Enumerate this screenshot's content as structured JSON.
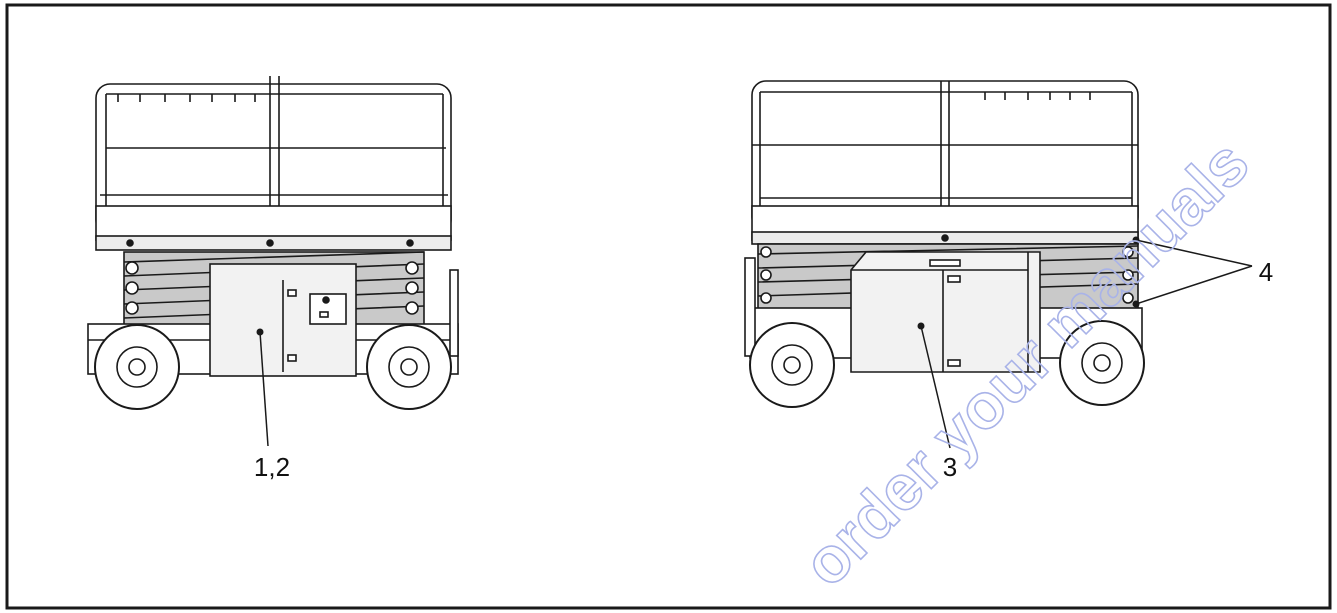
{
  "figure": {
    "watermark_text": "order your manuals",
    "views": [
      {
        "id": "left-view",
        "callouts": [
          {
            "label": "1,2"
          }
        ]
      },
      {
        "id": "right-view",
        "callouts": [
          {
            "label": "3"
          },
          {
            "label": "4"
          }
        ]
      }
    ]
  },
  "colors": {
    "line": "#1a1a1a",
    "scissor_fill": "#c9c9c9",
    "panel_fill": "#f2f2f2",
    "tire_fill": "#ffffff",
    "watermark": "#a9b3e8"
  }
}
